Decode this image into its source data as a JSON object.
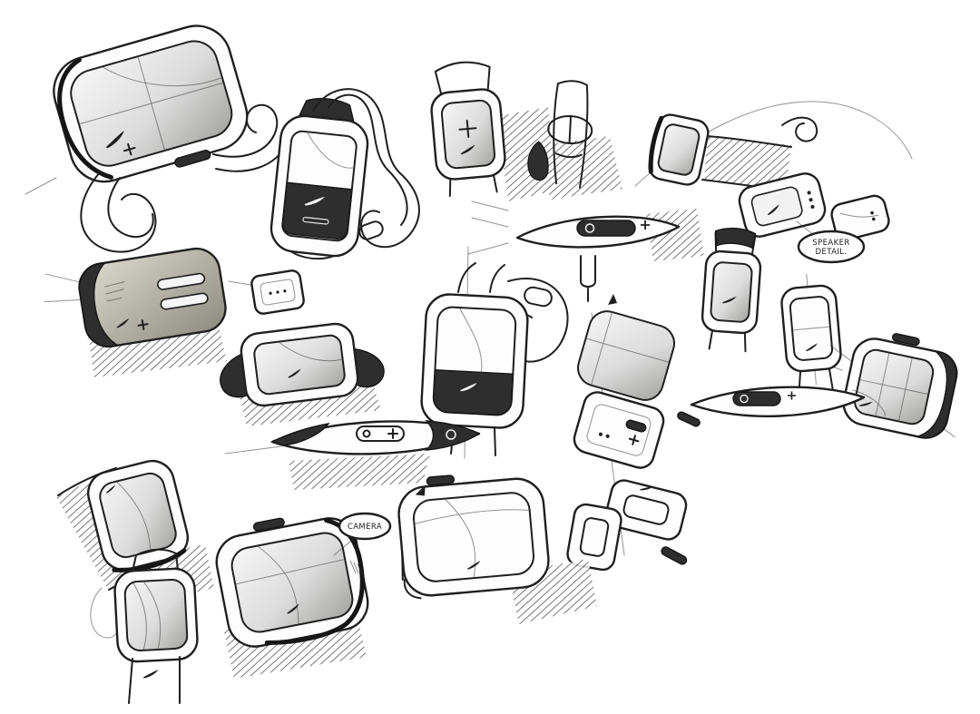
{
  "page": {
    "title": "Smartwatch industrial design concept sketch sheet",
    "background": "#ffffff"
  },
  "palette": {
    "ink": "#1f1f1f",
    "dark_fill": "#2e2e2e",
    "paper": "#ffffff",
    "screen_shade": "#9b9b9b"
  },
  "annotations": {
    "speaker_line1": "SPEAKER",
    "speaker_line2": "DETAIL.",
    "camera": "CAMERA"
  },
  "sketches": [
    {
      "id": "watch-perspective-large-top-left",
      "desc": "three-quarter view watch with curled straps"
    },
    {
      "id": "watch-long-strap",
      "desc": "front view watch with S-curved strap and buckle loop"
    },
    {
      "id": "watch-front-plus",
      "desc": "front view watch with plus mark on screen"
    },
    {
      "id": "strap-buckle-detail",
      "desc": "vertical strap with buckle and keeper"
    },
    {
      "id": "band-side-view-top",
      "desc": "side profile of module embedded in band"
    },
    {
      "id": "watch-on-wrist",
      "desc": "watch worn on wrist with hatched strap"
    },
    {
      "id": "speaker-detail-devices",
      "desc": "modules with speaker holes and callout bubble"
    },
    {
      "id": "watch-front-small-right",
      "desc": "small front view watch"
    },
    {
      "id": "watch-front-tall-right",
      "desc": "tall front view watch"
    },
    {
      "id": "watch-perspective-far-right",
      "desc": "three-quarter view watch with grid screen"
    },
    {
      "id": "band-side-view-right",
      "desc": "side profile band with control pill"
    },
    {
      "id": "device-speaker-slots",
      "desc": "horizontal module with speaker slots"
    },
    {
      "id": "watch-perspective-center",
      "desc": "three-quarter view watch with dark straps"
    },
    {
      "id": "watch-front-large-center",
      "desc": "large front view watch with hanging strap loop"
    },
    {
      "id": "exploded-view",
      "desc": "exploded stack of screen, body, clasp parts"
    },
    {
      "id": "band-side-view-center",
      "desc": "side profile band with dot and plus controls"
    },
    {
      "id": "watch-angled-lower-left",
      "desc": "watch on diagonal hatched strap"
    },
    {
      "id": "watch-front-bottom-left",
      "desc": "front view watch with vertical strap and logo"
    },
    {
      "id": "watch-perspective-bottom-center",
      "desc": "large three-quarter view with camera note"
    },
    {
      "id": "watch-top-view-large",
      "desc": "large top view watch"
    }
  ]
}
